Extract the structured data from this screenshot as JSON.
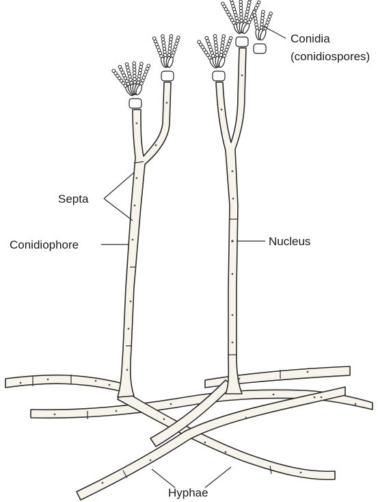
{
  "figure": {
    "labels": {
      "conidia": "Conidia",
      "conidiospores": "(conidiospores)",
      "septa": "Septa",
      "conidiophore": "Conidiophore",
      "nucleus": "Nucleus",
      "hyphae": "Hyphae"
    }
  }
}
